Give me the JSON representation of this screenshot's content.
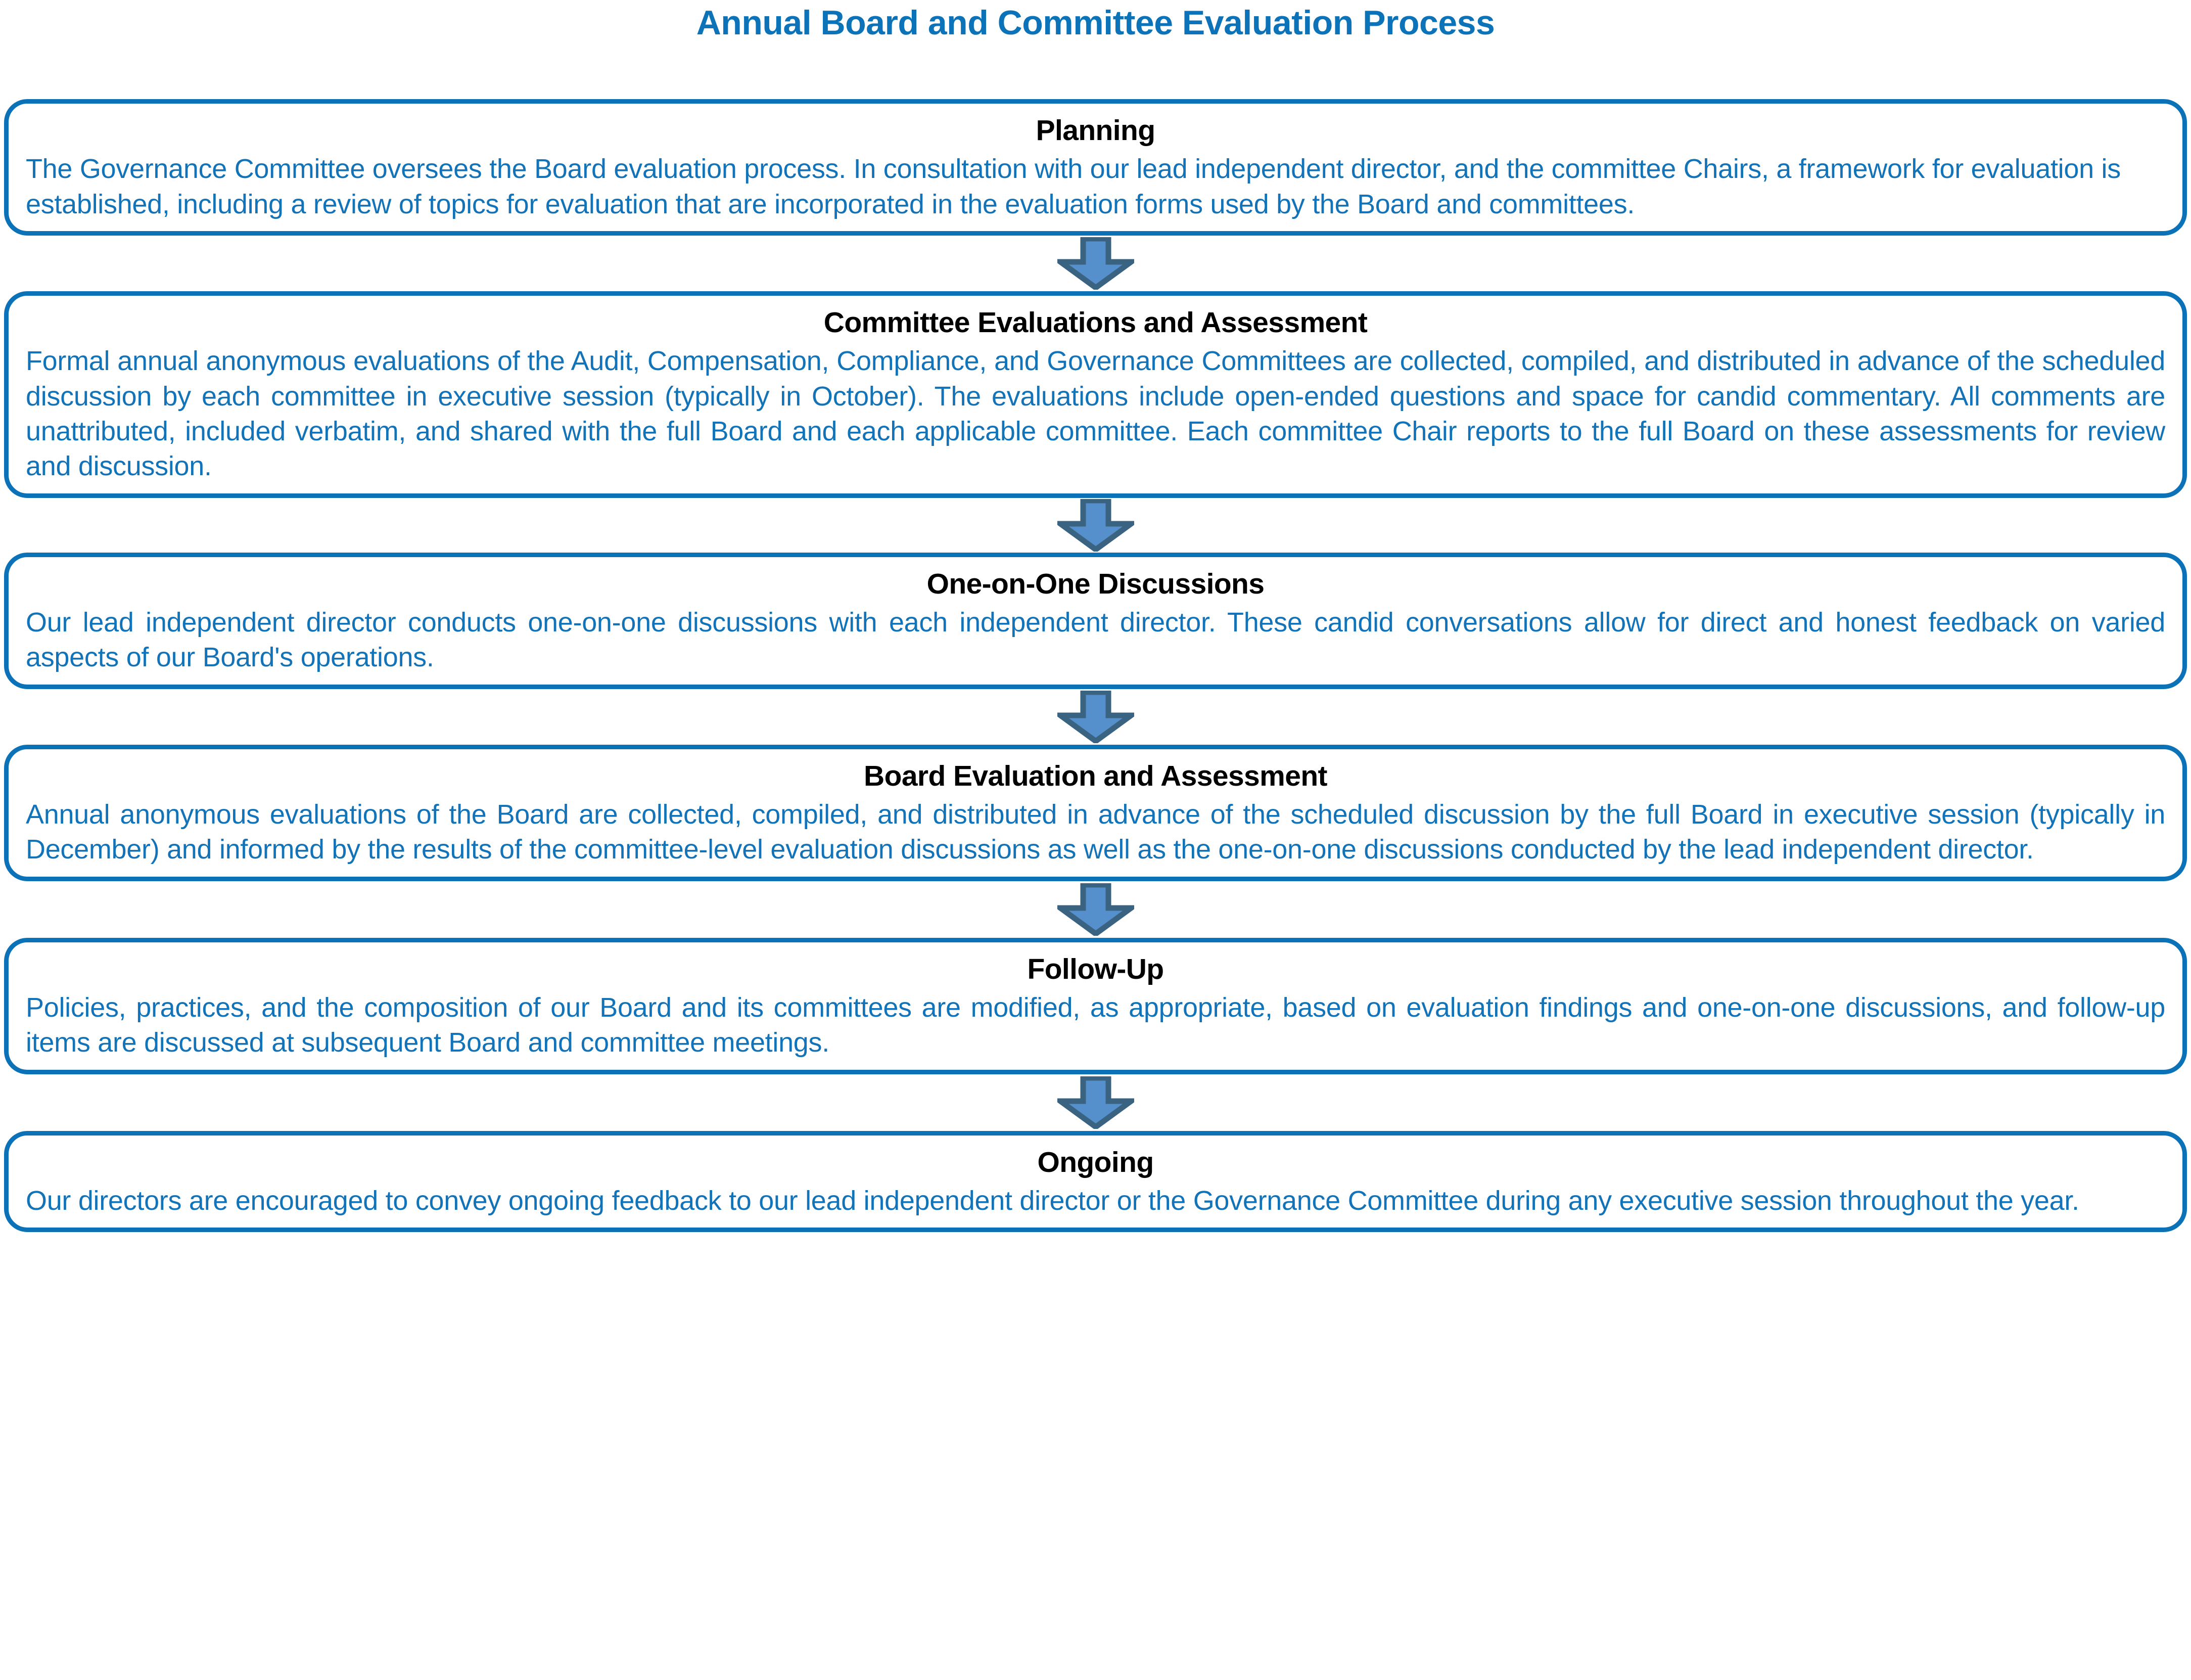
{
  "title": "Annual Board and Committee Evaluation Process",
  "colors": {
    "title_blue": "#0C73B8",
    "border_blue": "#0B72B8",
    "body_blue": "#1273B8",
    "heading_black": "#000000",
    "arrow_fill": "#5590CC",
    "arrow_outline": "#3A6382",
    "background": "#FFFFFF"
  },
  "steps": [
    {
      "heading": "Planning",
      "body": "The Governance Committee oversees the Board evaluation process. In consultation with our lead independent director, and the committee Chairs, a framework for evaluation is established, including a review of topics for evaluation that are incorporated in the evaluation forms used by the Board and committees."
    },
    {
      "heading": "Committee Evaluations and Assessment",
      "body": "Formal annual anonymous evaluations of the Audit, Compensation, Compliance, and Governance Committees are collected, compiled, and distributed in advance of the scheduled discussion by each committee in executive session (typically in October). The evaluations include open-ended questions and space for candid commentary. All comments are unattributed, included verbatim, and shared with the full Board and each applicable committee. Each committee Chair reports to the full Board on these assessments for review and discussion."
    },
    {
      "heading": "One-on-One Discussions",
      "body": "Our lead independent director conducts one-on-one discussions with each independent director. These candid conversations allow for direct and honest feedback on varied aspects of our Board's operations."
    },
    {
      "heading": "Board Evaluation and Assessment",
      "body": "Annual anonymous evaluations of the Board are collected, compiled, and distributed in advance of the scheduled discussion by the full Board in executive session (typically in December) and informed by the results of the committee-level evaluation discussions as well as the one-on-one discussions conducted by the lead independent director."
    },
    {
      "heading": "Follow-Up",
      "body": "Policies, practices, and the composition of our Board and its committees are modified, as appropriate, based on evaluation findings and one-on-one discussions, and follow-up items are discussed at subsequent Board and committee meetings."
    },
    {
      "heading": "Ongoing",
      "body": "Our directors are encouraged to convey ongoing feedback to our lead independent director or the Governance Committee during any executive session throughout the year."
    }
  ],
  "connectors": [
    {
      "icon": "down-arrow-icon"
    },
    {
      "icon": "down-arrow-icon"
    },
    {
      "icon": "down-arrow-icon"
    },
    {
      "icon": "down-arrow-icon"
    },
    {
      "icon": "down-arrow-icon"
    }
  ]
}
